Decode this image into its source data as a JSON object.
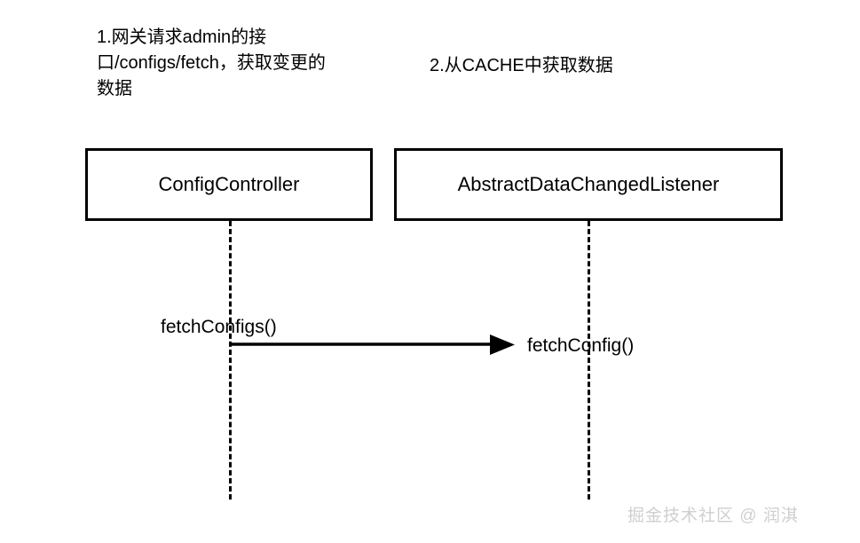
{
  "diagram": {
    "type": "sequence-diagram",
    "background_color": "#ffffff",
    "stroke_color": "#000000",
    "notes": [
      {
        "id": "note-1",
        "text": "1.网关请求admin的接口/configs/fetch，获取变更的数据"
      },
      {
        "id": "note-2",
        "text": "2.从CACHE中获取数据"
      }
    ],
    "participants": [
      {
        "id": "participant-0",
        "label": "ConfigController"
      },
      {
        "id": "participant-1",
        "label": "AbstractDataChangedListener"
      }
    ],
    "messages": [
      {
        "id": "message-0",
        "source_label": "fetchConfigs()",
        "target_label": "fetchConfig()",
        "direction": "right",
        "arrowhead": "solid-filled-triangle",
        "line_style": "solid",
        "from": "ConfigController",
        "to": "AbstractDataChangedListener"
      }
    ],
    "watermark": {
      "text": "掘金技术社区 @ 润淇",
      "color": "#cfcfcf"
    }
  }
}
